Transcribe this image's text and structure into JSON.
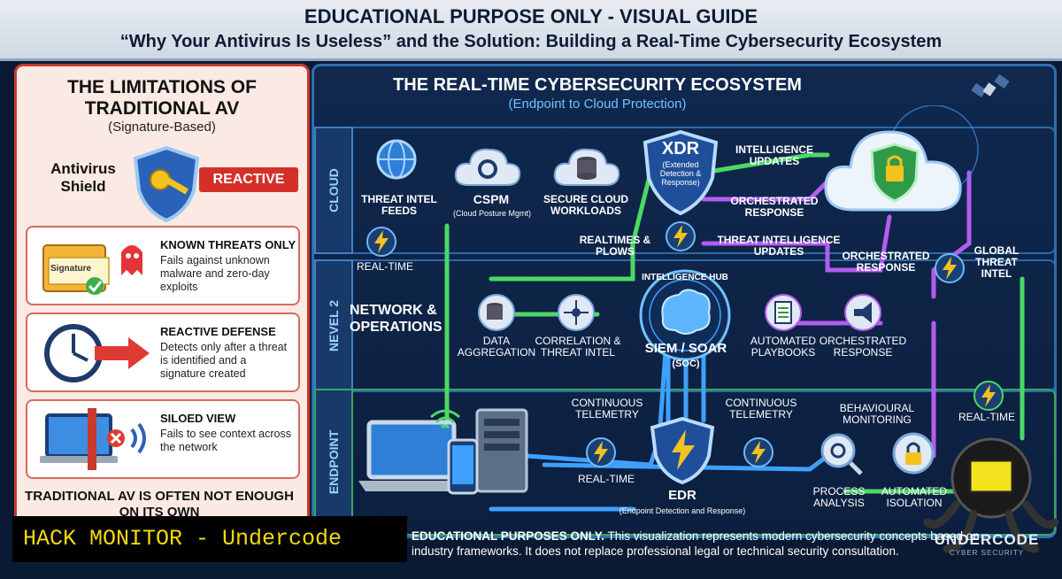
{
  "header": {
    "line1": "EDUCATIONAL PURPOSE ONLY - VISUAL GUIDE",
    "line2": "“Why Your Antivirus Is Useless” and the Solution: Building a Real-Time Cybersecurity Ecosystem"
  },
  "left_panel": {
    "title": "THE LIMITATIONS OF TRADITIONAL AV",
    "subtitle": "(Signature-Based)",
    "shield_label": "Antivirus Shield",
    "reactive_badge": "REACTIVE",
    "signature_label": "Signature",
    "cards": [
      {
        "title": "KNOWN THREATS ONLY",
        "desc": "Fails against unknown malware and zero-day exploits"
      },
      {
        "title": "REACTIVE DEFENSE",
        "desc": "Detects only after a threat is identified and a signature created"
      },
      {
        "title": "SILOED VIEW",
        "desc": "Fails to see context across the network"
      }
    ],
    "bottom_text": "TRADITIONAL AV IS OFTEN NOT ENOUGH ON ITS OWN"
  },
  "ecosystem": {
    "title": "THE REAL-TIME CYBERSECURITY ECOSYSTEM",
    "subtitle": "(Endpoint to Cloud Protection)",
    "levels": {
      "cloud": "CLOUD",
      "network": "NEVEL 2",
      "endpoint": "ENDPOINT"
    },
    "cloud": {
      "threat_intel": "THREAT INTEL FEEDS",
      "cspm": "CSPM",
      "cspm_sub": "(Cloud Posture Mgmt)",
      "workloads": "SECURE CLOUD WORKLOADS",
      "xdr": "XDR",
      "xdr_sub": "(Extended Detection & Response)",
      "intel_updates": "INTELLIGENCE UPDATES",
      "orch_response": "ORCHESTRATED RESPONSE"
    },
    "network": {
      "title": "NETWORK & OPERATIONS",
      "realtime": "REAL-TIME",
      "realtimes_flows": "REALTIMES & PLOWS",
      "ti_updates": "THREAT INTELLIGENCE UPDATES",
      "orch_response2": "ORCHESTRATED RESPONSE",
      "global_intel": "GLOBAL THREAT INTEL",
      "hub_label": "INTELLIGENCE HUB",
      "siem": "SIEM / SOAR",
      "soc": "(SOC)",
      "data_agg": "DATA AGGREGATION",
      "correlation": "CORRELATION & THREAT INTEL",
      "playbooks": "AUTOMATED PLAYBOOKS",
      "orch_response3": "ORCHESTRATED RESPONSE"
    },
    "endpoint": {
      "cont_tel_left": "CONTINUOUS TELEMETRY",
      "cont_tel_right": "CONTINUOUS TELEMETRY",
      "behaviour": "BEHAVIOURAL MONITORING",
      "realtime_right": "REAL-TIME",
      "realtime_bottom": "REAL-TIME",
      "edr": "EDR",
      "edr_sub": "(Endpoint Detection and Response)",
      "process": "PROCESS ANALYSIS",
      "isolation": "AUTOMATED ISOLATION"
    }
  },
  "footer": {
    "bold": "EDUCATIONAL PURPOSES ONLY.",
    "line1": " This visualization represents modern cybersecurity concepts based on",
    "line2": "industry frameworks. It does not replace professional legal or technical security consultation."
  },
  "watermark": {
    "banner": "HACK MONITOR - Undercode",
    "logo": "UNDERCODE",
    "logo_sub": "CYBER SECURITY"
  },
  "colors": {
    "accent_red": "#d3302a",
    "panel_blue": "#2f6fb0",
    "flow_green": "#4cd964",
    "flow_purple": "#b45cf0",
    "flow_blue": "#3fa0ff"
  }
}
